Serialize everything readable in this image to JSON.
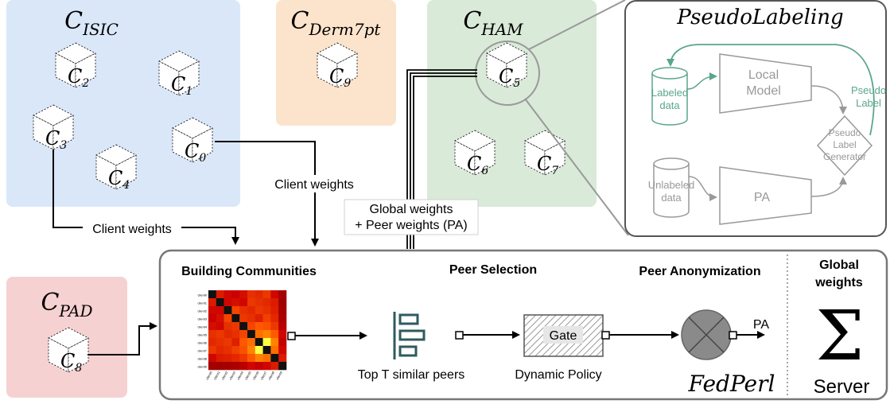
{
  "clusters": {
    "isic": {
      "base": "C",
      "sub": "ISIC",
      "color": "#dae7f9"
    },
    "derm7pt": {
      "base": "C",
      "sub": "Derm7pt",
      "color": "#fce4cc"
    },
    "ham": {
      "base": "C",
      "sub": "HAM",
      "color": "#d9ead8"
    },
    "pad": {
      "base": "C",
      "sub": "PAD",
      "color": "#f6d1d1"
    }
  },
  "clients": [
    {
      "base": "C",
      "sub": "2"
    },
    {
      "base": "C",
      "sub": "1"
    },
    {
      "base": "C",
      "sub": "3"
    },
    {
      "base": "C",
      "sub": "0"
    },
    {
      "base": "C",
      "sub": "4"
    },
    {
      "base": "C",
      "sub": "9"
    },
    {
      "base": "C",
      "sub": "5"
    },
    {
      "base": "C",
      "sub": "6"
    },
    {
      "base": "C",
      "sub": "7"
    },
    {
      "base": "C",
      "sub": "8"
    }
  ],
  "arrows": {
    "client_weights_left": "Client weights",
    "client_weights_right": "Client weights",
    "global_weights_1": "Global weights",
    "global_weights_2": "+ Peer weights (PA)"
  },
  "pseudo": {
    "title": "PseudoLabeling",
    "labeled_1": "Labeled",
    "labeled_2": "data",
    "unlabeled_1": "Unlabeled",
    "unlabeled_2": "data",
    "local_model_1": "Local",
    "local_model_2": "Model",
    "pa": "PA",
    "generator_1": "Pseudo",
    "generator_2": "Label",
    "generator_3": "Generator",
    "pseudo_label_1": "Pseudo",
    "pseudo_label_2": "Label",
    "colors": {
      "labeled": "#5aa58e",
      "gray": "#999999"
    }
  },
  "fedperl": {
    "building_communities": "Building Communities",
    "peer_selection": "Peer Selection",
    "peer_anonymization": "Peer Anonymization",
    "global_weights_1": "Global",
    "global_weights_2": "weights",
    "top_t": "Top T similar peers",
    "gate": "Gate",
    "dynamic_policy": "Dynamic Policy",
    "pa": "PA",
    "fedperl": "FedPerl",
    "server": "Server",
    "sigma": "Σ"
  },
  "heatmap": {
    "row_labels": [
      "client0",
      "client1",
      "client2",
      "client3",
      "client4",
      "client5",
      "client6",
      "client7",
      "client8",
      "client9"
    ],
    "values": [
      [
        1.0,
        0.35,
        0.3,
        0.28,
        0.32,
        0.4,
        0.38,
        0.42,
        0.3,
        0.12
      ],
      [
        0.35,
        1.0,
        0.3,
        0.32,
        0.3,
        0.42,
        0.4,
        0.38,
        0.35,
        0.1
      ],
      [
        0.3,
        0.3,
        1.0,
        0.45,
        0.4,
        0.38,
        0.42,
        0.4,
        0.36,
        0.12
      ],
      [
        0.28,
        0.32,
        0.45,
        1.0,
        0.42,
        0.4,
        0.36,
        0.44,
        0.38,
        0.15
      ],
      [
        0.32,
        0.3,
        0.4,
        0.42,
        1.0,
        0.45,
        0.5,
        0.48,
        0.42,
        0.2
      ],
      [
        0.4,
        0.42,
        0.38,
        0.4,
        0.45,
        1.0,
        0.55,
        0.6,
        0.5,
        0.3
      ],
      [
        0.38,
        0.4,
        0.42,
        0.36,
        0.5,
        0.55,
        1.0,
        0.9,
        0.6,
        0.25
      ],
      [
        0.42,
        0.38,
        0.4,
        0.44,
        0.48,
        0.6,
        0.9,
        1.0,
        0.55,
        0.3
      ],
      [
        0.3,
        0.35,
        0.36,
        0.38,
        0.42,
        0.5,
        0.6,
        0.55,
        1.0,
        0.35
      ],
      [
        0.12,
        0.1,
        0.12,
        0.15,
        0.2,
        0.3,
        0.25,
        0.3,
        0.35,
        1.0
      ]
    ]
  }
}
